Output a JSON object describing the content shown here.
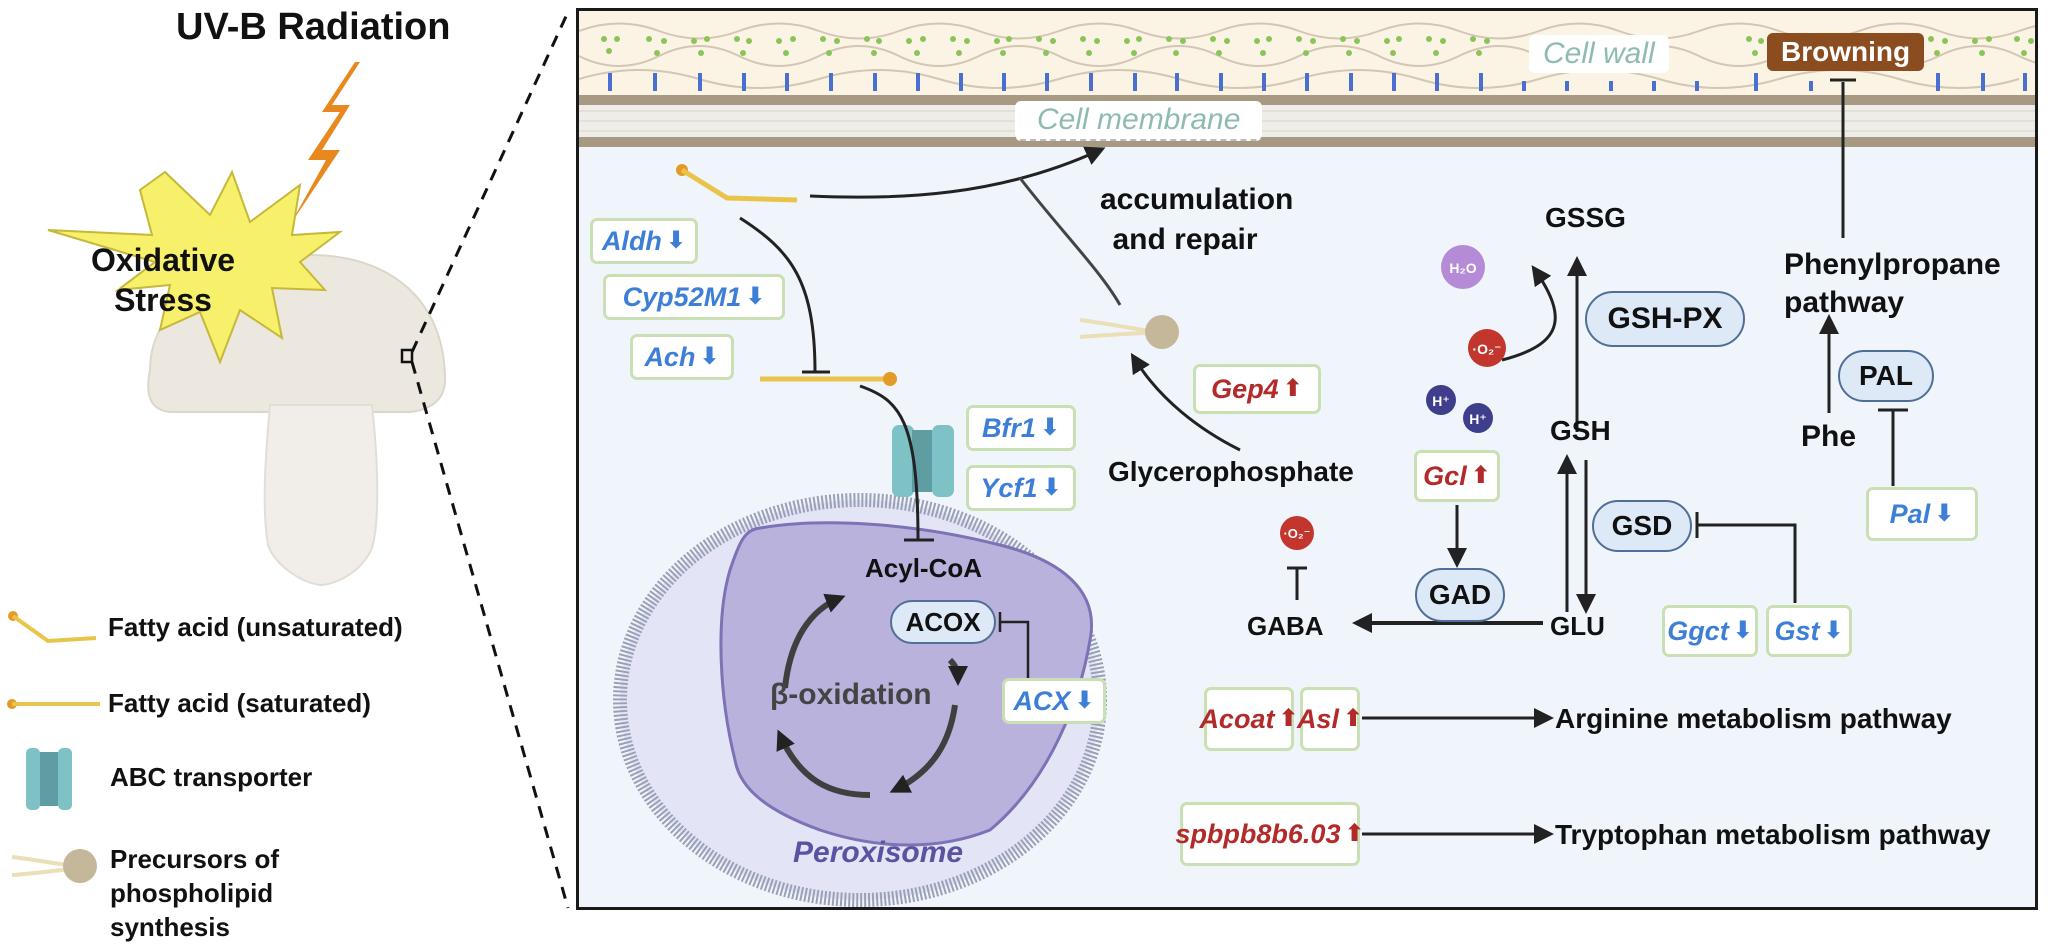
{
  "title": "UV-B Radiation",
  "stress_label": "Oxidative Stress",
  "colors": {
    "down_regulated": "#3d7fd6",
    "up_regulated": "#b22a2a",
    "gene_box_border": "#c9dfb4",
    "enzyme_fill": "#dde9f7",
    "cell_interior": "#f0f5fc",
    "peroxisome": "#b9b2dc",
    "browning": "#8b4d1f",
    "lightning": "#e8891f",
    "starburst": "#f7f06a"
  },
  "legend": [
    {
      "icon": "unsaturated-fatty-acid-icon",
      "label": "Fatty acid (unsaturated)"
    },
    {
      "icon": "saturated-fatty-acid-icon",
      "label": "Fatty acid (saturated)"
    },
    {
      "icon": "abc-transporter-icon",
      "label": "ABC transporter"
    },
    {
      "icon": "phospholipid-precursor-icon",
      "label": "Precursors of phospholipid synthesis"
    }
  ],
  "structures": {
    "cell_wall": "Cell wall",
    "cell_membrane": "Cell membrane",
    "browning": "Browning",
    "peroxisome": "Peroxisome"
  },
  "labels": {
    "accumulation": "accumulation and repair",
    "glycerophosphate": "Glycerophosphate",
    "acyl_coa": "Acyl-CoA",
    "beta_oxidation": "β-oxidation",
    "gssg": "GSSG",
    "gsh": "GSH",
    "glu": "GLU",
    "gaba": "GABA",
    "phe": "Phe",
    "phenylpropane": "Phenylpropane pathway",
    "arginine": "Arginine metabolism pathway",
    "tryptophan": "Tryptophan metabolism pathway",
    "h2o": "H₂O",
    "o2_radical": "·O₂⁻",
    "h_ion": "H⁺"
  },
  "enzymes": {
    "acox": "ACOX",
    "gsh_px": "GSH-PX",
    "gsd": "GSD",
    "gad": "GAD",
    "pal": "PAL"
  },
  "genes": {
    "aldh": {
      "name": "Aldh",
      "regulation": "down",
      "glyph": "⬇"
    },
    "cyp52m1": {
      "name": "Cyp52M1",
      "regulation": "down",
      "glyph": "⬇"
    },
    "ach": {
      "name": "Ach",
      "regulation": "down",
      "glyph": "⬇"
    },
    "bfr1": {
      "name": "Bfr1",
      "regulation": "down",
      "glyph": "⬇"
    },
    "ycf1": {
      "name": "Ycf1",
      "regulation": "down",
      "glyph": "⬇"
    },
    "acx": {
      "name": "ACX",
      "regulation": "down",
      "glyph": "⬇"
    },
    "gep4": {
      "name": "Gep4",
      "regulation": "up",
      "glyph": "⬆"
    },
    "gcl": {
      "name": "Gcl",
      "regulation": "up",
      "glyph": "⬆"
    },
    "ggct": {
      "name": "Ggct",
      "regulation": "down",
      "glyph": "⬇"
    },
    "gst": {
      "name": "Gst",
      "regulation": "down",
      "glyph": "⬇"
    },
    "pal": {
      "name": "Pal",
      "regulation": "down",
      "glyph": "⬇"
    },
    "acoat": {
      "name": "Acoat",
      "regulation": "up",
      "glyph": "⬆"
    },
    "asl": {
      "name": "Asl",
      "regulation": "up",
      "glyph": "⬆"
    },
    "spbpb8b6": {
      "name": "spbpb8b6.03",
      "regulation": "up",
      "glyph": "⬆"
    }
  }
}
